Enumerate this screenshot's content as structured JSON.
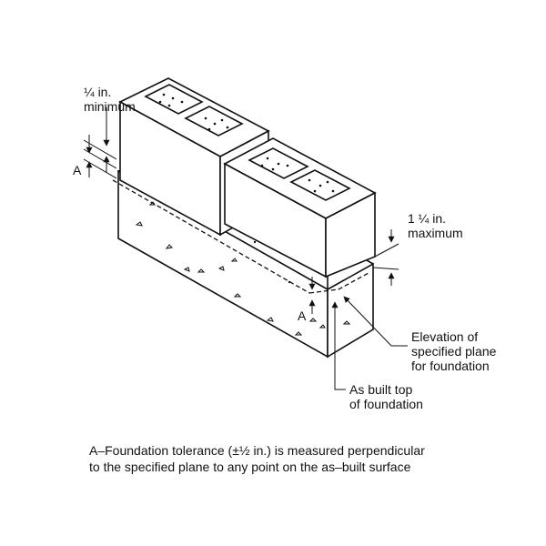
{
  "labels": {
    "quarter_min_line1": "¼ in.",
    "quarter_min_line2": "minimum",
    "a_left": "A",
    "a_right": "A",
    "max_line1": "1 ¼ in.",
    "max_line2": "maximum",
    "elev_line1": "Elevation of",
    "elev_line2": "specified plane",
    "elev_line3": "for foundation",
    "asbuilt_line1": "As built top",
    "asbuilt_line2": "of foundation"
  },
  "caption": {
    "line1": "A–Foundation tolerance (±½ in.) is measured perpendicular",
    "line2": "to the specified plane to any point on the as–built surface"
  }
}
